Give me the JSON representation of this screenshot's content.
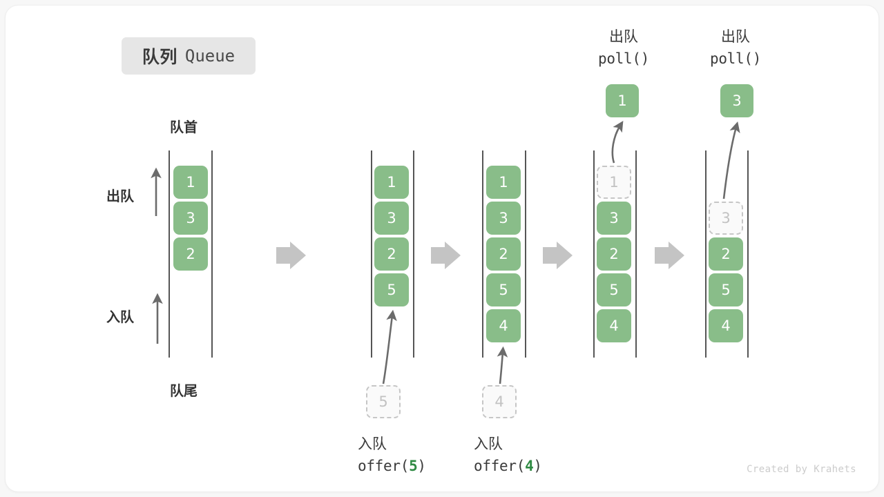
{
  "title": {
    "cn": "队列",
    "en": "Queue"
  },
  "labels": {
    "head": "队首",
    "tail": "队尾",
    "dequeue": "出队",
    "enqueue": "入队"
  },
  "credit": "Created by Krahets",
  "colors": {
    "cell_fill": "#89bd89",
    "cell_text": "#ffffff",
    "ghost_border": "#c6c6c6",
    "ghost_text": "#c2c2c2",
    "rail": "#555555",
    "arrow_gray": "#c4c4c4",
    "arrow_dark": "#6b6b6b",
    "accent_green": "#2f8a43",
    "badge_bg": "#e6e6e6"
  },
  "steps": [
    {
      "id": "initial",
      "cells": [
        {
          "value": "1",
          "state": "filled",
          "row": 0
        },
        {
          "value": "3",
          "state": "filled",
          "row": 1
        },
        {
          "value": "2",
          "state": "filled",
          "row": 2
        }
      ],
      "caption_cn": "",
      "caption_code": "",
      "incoming": null,
      "popped": null
    },
    {
      "id": "offer-5",
      "cells": [
        {
          "value": "1",
          "state": "filled",
          "row": 0
        },
        {
          "value": "3",
          "state": "filled",
          "row": 1
        },
        {
          "value": "2",
          "state": "filled",
          "row": 2
        },
        {
          "value": "5",
          "state": "filled",
          "row": 3
        }
      ],
      "caption_cn": "入队",
      "caption_code_pre": "offer(",
      "caption_code_val": "5",
      "caption_code_post": ")",
      "incoming": {
        "value": "5",
        "state": "ghost"
      },
      "popped": null
    },
    {
      "id": "offer-4",
      "cells": [
        {
          "value": "1",
          "state": "filled",
          "row": 0
        },
        {
          "value": "3",
          "state": "filled",
          "row": 1
        },
        {
          "value": "2",
          "state": "filled",
          "row": 2
        },
        {
          "value": "5",
          "state": "filled",
          "row": 3
        },
        {
          "value": "4",
          "state": "filled",
          "row": 4
        }
      ],
      "caption_cn": "入队",
      "caption_code_pre": "offer(",
      "caption_code_val": "4",
      "caption_code_post": ")",
      "incoming": {
        "value": "4",
        "state": "ghost"
      },
      "popped": null
    },
    {
      "id": "poll-1",
      "cells": [
        {
          "value": "1",
          "state": "ghost",
          "row": 0
        },
        {
          "value": "3",
          "state": "filled",
          "row": 1
        },
        {
          "value": "2",
          "state": "filled",
          "row": 2
        },
        {
          "value": "5",
          "state": "filled",
          "row": 3
        },
        {
          "value": "4",
          "state": "filled",
          "row": 4
        }
      ],
      "caption_cn": "出队",
      "caption_code_pre": "poll(",
      "caption_code_val": "",
      "caption_code_post": ")",
      "incoming": null,
      "popped": {
        "value": "1",
        "state": "filled"
      }
    },
    {
      "id": "poll-3",
      "cells": [
        {
          "value": "3",
          "state": "ghost",
          "row": 1
        },
        {
          "value": "2",
          "state": "filled",
          "row": 2
        },
        {
          "value": "5",
          "state": "filled",
          "row": 3
        },
        {
          "value": "4",
          "state": "filled",
          "row": 4
        }
      ],
      "caption_cn": "出队",
      "caption_code_pre": "poll(",
      "caption_code_val": "",
      "caption_code_post": ")",
      "incoming": null,
      "popped": {
        "value": "3",
        "state": "filled"
      }
    }
  ]
}
